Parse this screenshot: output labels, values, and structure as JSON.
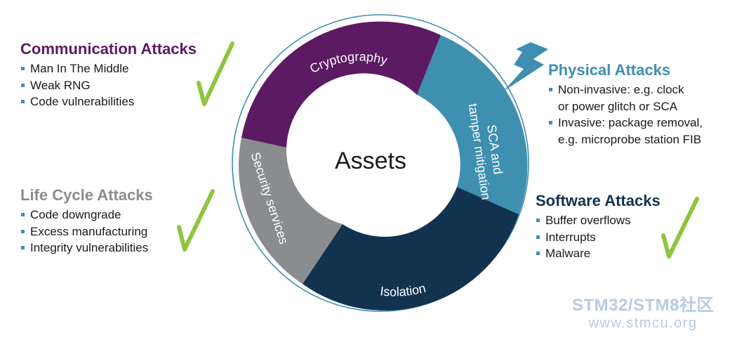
{
  "colors": {
    "cryptography": "#5c1a63",
    "sca": "#3f8fb0",
    "isolation": "#123350",
    "security": "#8a8c90",
    "checkmark": "#8cc63f",
    "bullet": "#3f8fb0",
    "watermark": "#b6cbe3"
  },
  "center": {
    "label": "Assets"
  },
  "segments": [
    {
      "id": "cryptography",
      "label": "Cryptography"
    },
    {
      "id": "sca",
      "label_line1": "SCA and",
      "label_line2": "tamper mitigation"
    },
    {
      "id": "isolation",
      "label": "Isolation"
    },
    {
      "id": "security",
      "label": "Security services"
    }
  ],
  "groups": {
    "communication": {
      "title": "Communication Attacks",
      "items": [
        "Man In The Middle",
        "Weak RNG",
        "Code vulnerabilities"
      ]
    },
    "lifecycle": {
      "title": "Life Cycle Attacks",
      "items": [
        "Code downgrade",
        "Excess manufacturing",
        "Integrity vulnerabilities"
      ]
    },
    "physical": {
      "title": "Physical Attacks",
      "items": [
        "Non-invasive: e.g. clock\nor power glitch or SCA",
        "Invasive: package removal,\ne.g. microprobe station FIB"
      ]
    },
    "software": {
      "title": "Software Attacks",
      "items": [
        "Buffer overflows",
        "Interrupts",
        "Malware"
      ]
    }
  },
  "icons": [
    "checkmark-icon",
    "lightning-bolt-icon"
  ],
  "watermark": {
    "line1": "STM32/STM8社区",
    "line2": "www.stmcu.org"
  }
}
